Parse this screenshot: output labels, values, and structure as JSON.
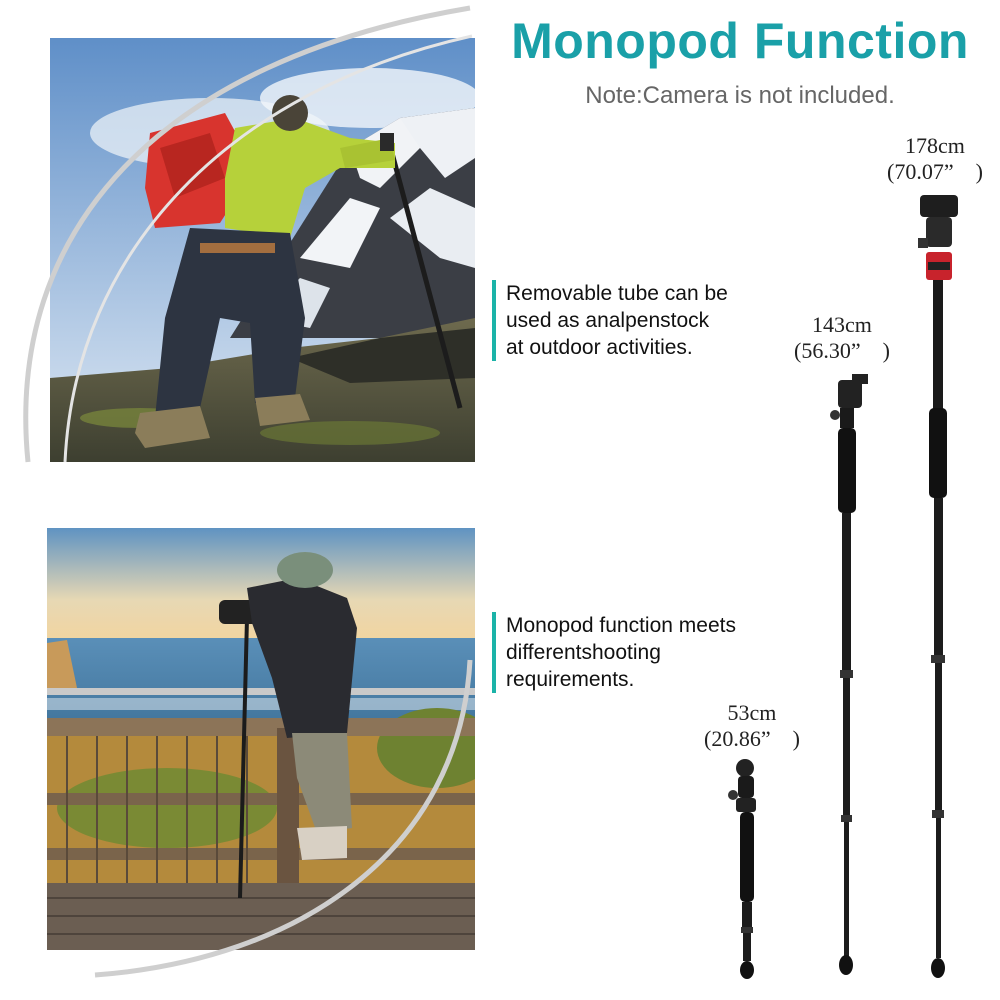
{
  "header": {
    "title": "Monopod Function",
    "note": "Note:Camera is not included."
  },
  "features": [
    {
      "lines": [
        "Removable tube can be",
        "used as analpenstock",
        "at outdoor activities."
      ]
    },
    {
      "lines": [
        "Monopod function meets",
        "differentshooting",
        "requirements."
      ]
    }
  ],
  "heights": [
    {
      "cm": "178cm",
      "inch": "(70.07”　)"
    },
    {
      "cm": "143cm",
      "inch": "(56.30”　)"
    },
    {
      "cm": "53cm",
      "inch": "(20.86”　)"
    }
  ],
  "colors": {
    "title": "#1aa0a8",
    "accent_bar": "#1bb3a8",
    "pole_ring": "#c8232c"
  }
}
